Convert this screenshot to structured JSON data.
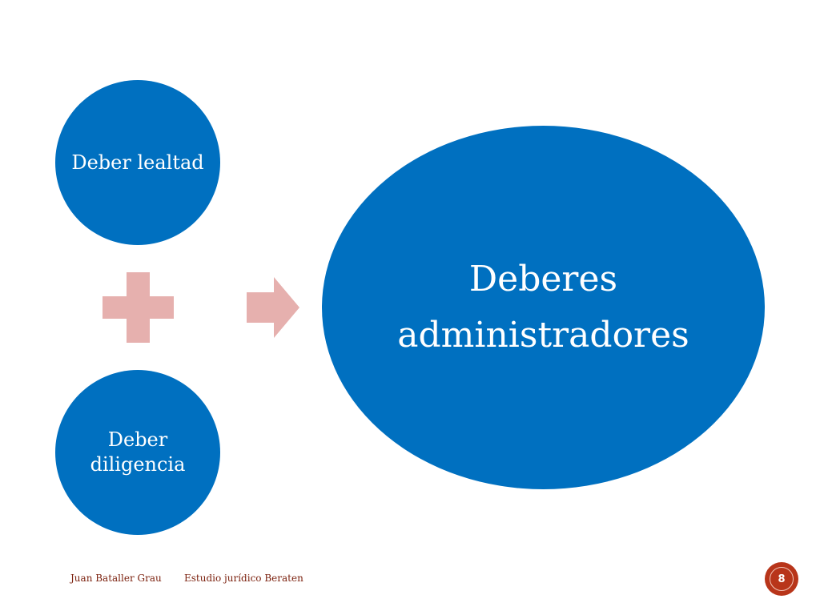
{
  "diagram": {
    "node_top": {
      "label": "Deber lealtad"
    },
    "node_bottom": {
      "label": "Deber diligencia"
    },
    "node_result": {
      "line1": "Deberes",
      "line2": "administradores"
    },
    "operator": "plus",
    "connector": "arrow-right"
  },
  "footer": {
    "author": "Juan Bataller Grau",
    "studio": "Estudio jurídico Beraten",
    "page_number": "8"
  },
  "colors": {
    "node_fill": "#0070c0",
    "operator_fill": "#e6b0ae",
    "footer_text": "#7a1f0c",
    "badge_fill": "#b8351a"
  }
}
